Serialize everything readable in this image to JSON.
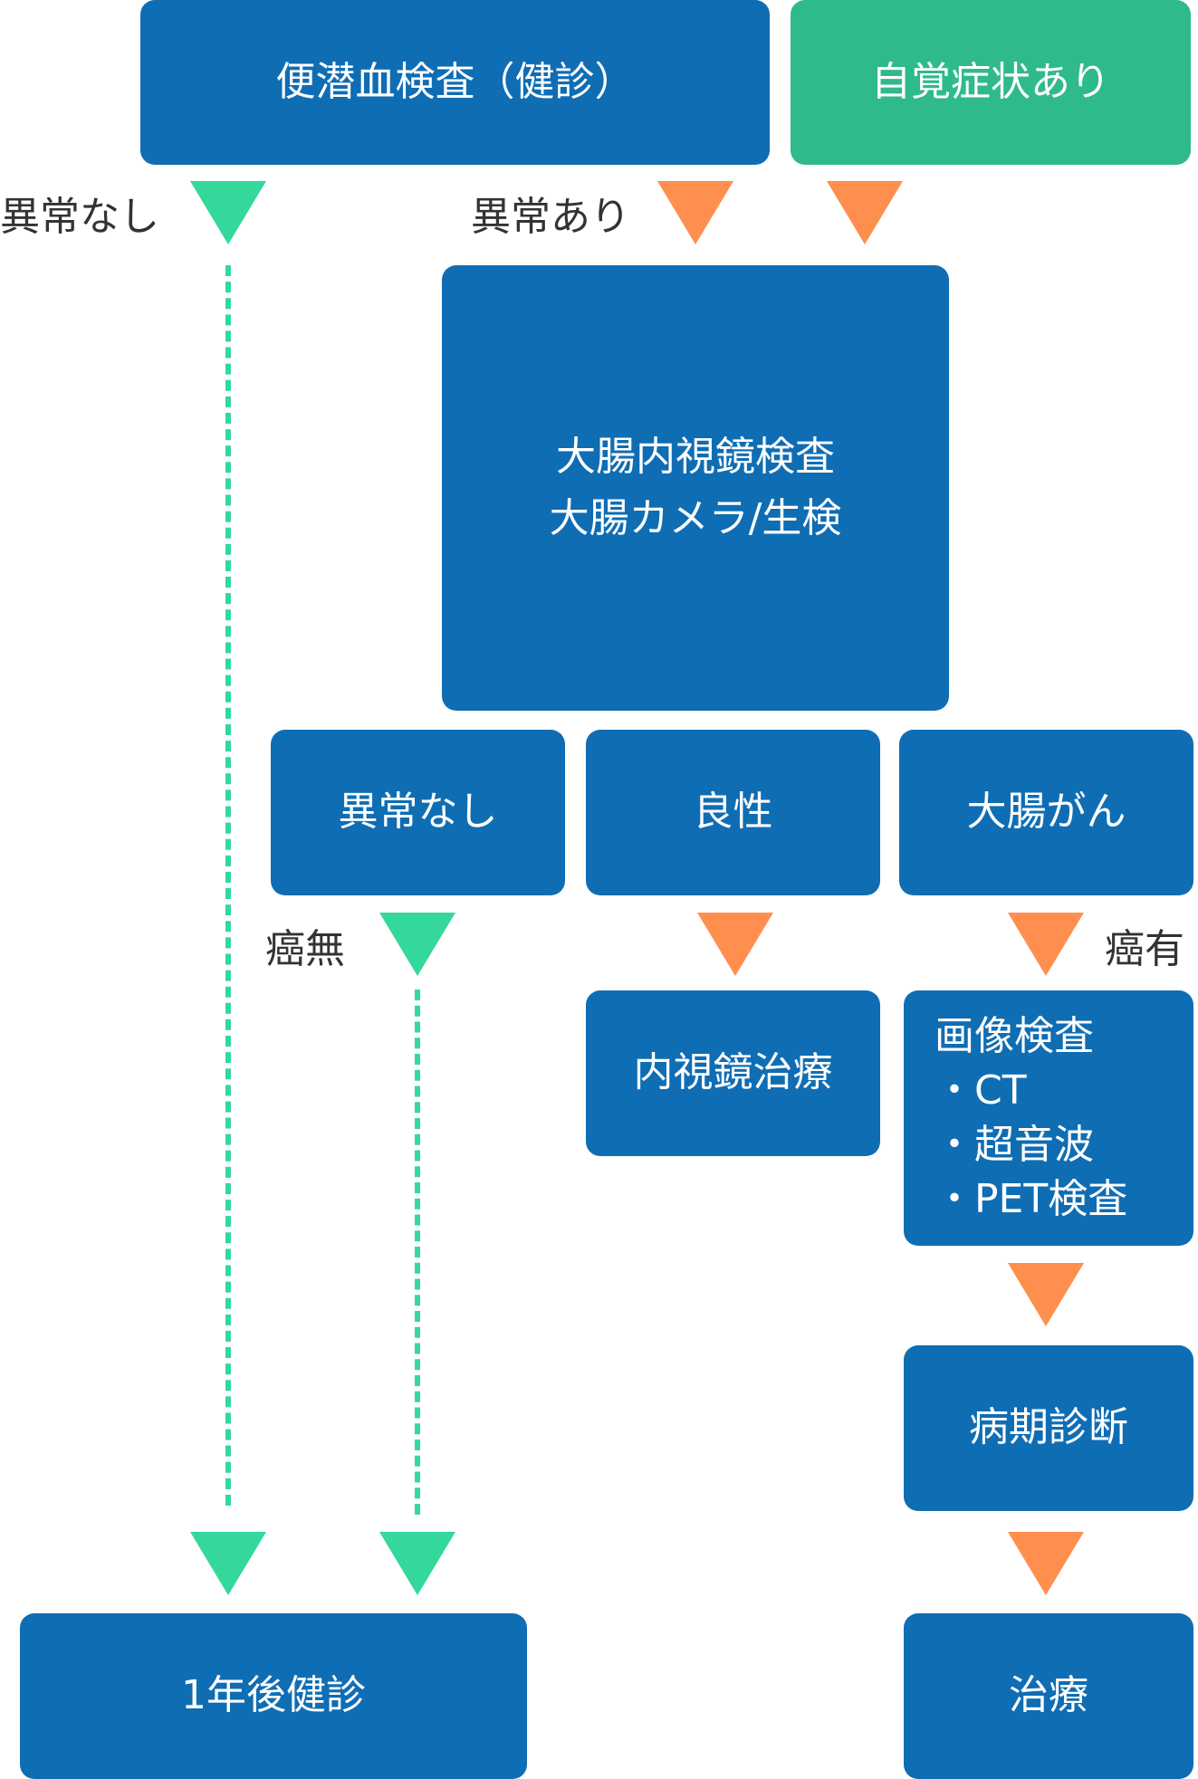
{
  "boxes": {
    "fobt": "便潜血検査（健診）",
    "symptoms": "自覚症状あり",
    "colonoscopy_line1": "大腸内視鏡検査",
    "colonoscopy_line2": "大腸カメラ/生検",
    "normal": "異常なし",
    "benign": "良性",
    "cancer": "大腸がん",
    "endo_treatment": "内視鏡治療",
    "imaging_title": "画像検査",
    "imaging_items": [
      "・CT",
      "・超音波",
      "・PET検査"
    ],
    "staging": "病期診断",
    "followup": "1年後健診",
    "treatment": "治療"
  },
  "labels": {
    "no_abnormal": "異常なし",
    "abnormal": "異常あり",
    "no_cancer": "癌無",
    "has_cancer": "癌有"
  },
  "colors": {
    "box_blue": "#0f6db4",
    "box_green": "#2fba8a",
    "arrow_green": "#34d89a",
    "arrow_orange": "#ff8f4f",
    "label_text": "#333333"
  }
}
